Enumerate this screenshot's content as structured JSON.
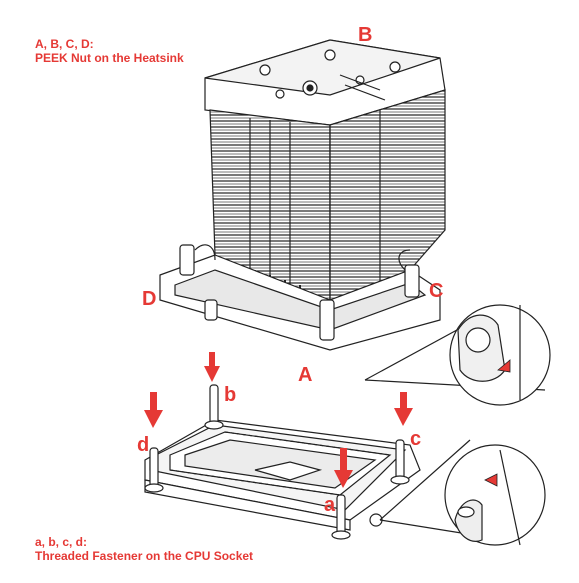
{
  "heatsink_caption": {
    "line1": "A, B, C, D:",
    "line2": "PEEK Nut on the Heatsink"
  },
  "socket_caption": {
    "line1": "a, b, c, d:",
    "line2": "Threaded Fastener on the CPU Socket"
  },
  "heatsink_labels": {
    "A": "A",
    "B": "B",
    "C": "C",
    "D": "D"
  },
  "socket_labels": {
    "a": "a",
    "b": "b",
    "c": "c",
    "d": "d"
  },
  "colors": {
    "accent": "#e53935",
    "line": "#222222"
  },
  "icons": [
    "down-arrow-icon",
    "triangle-marker-icon"
  ]
}
